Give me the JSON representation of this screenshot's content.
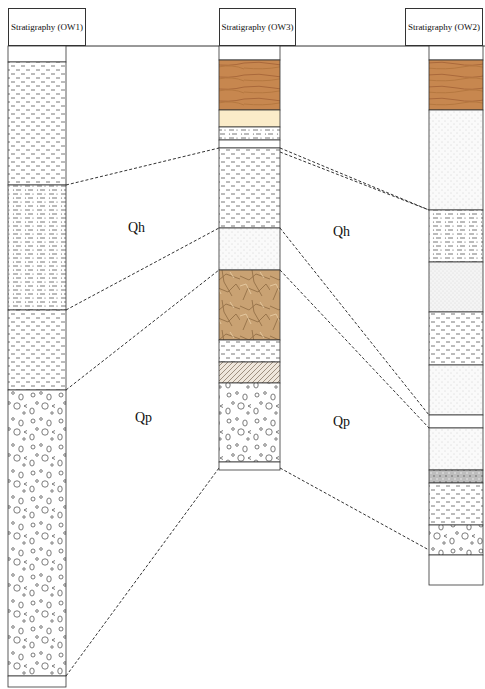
{
  "diagram": {
    "nodes": [
      {
        "text": [
          "Stratigraphy (OW1)"
        ]
      },
      {
        "text": [
          "Stratigraphy (OW3)"
        ]
      },
      {
        "text": [
          "Stratigraphy (OW2)"
        ]
      }
    ],
    "labels": [
      "Qh",
      "Qh",
      "Qp",
      "Qp"
    ]
  }
}
